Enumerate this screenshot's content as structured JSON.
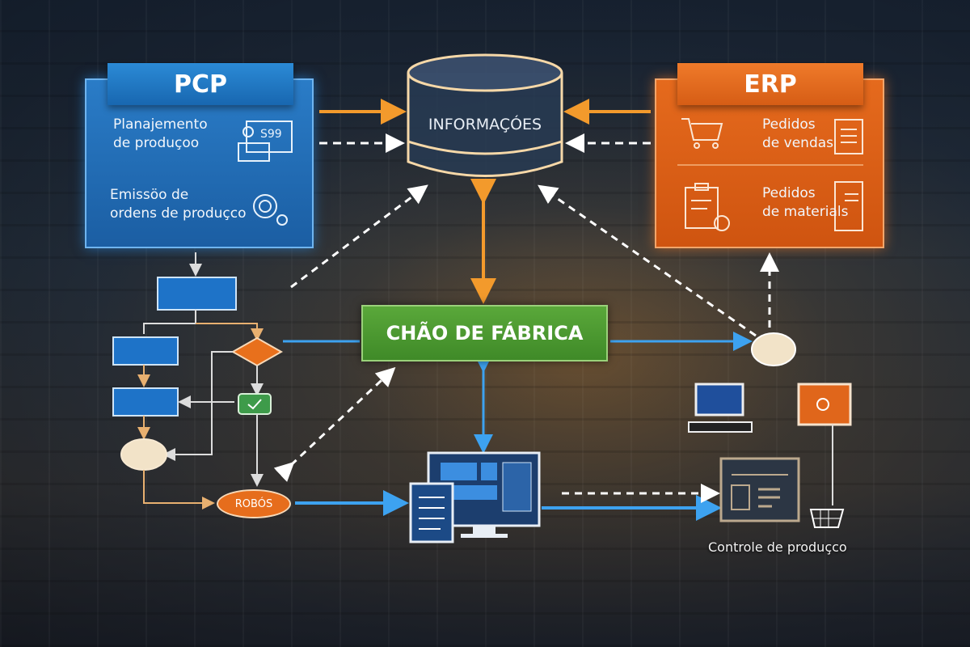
{
  "pcp": {
    "title": "PCP",
    "items": [
      {
        "label_line1": "Planajemento",
        "label_line2": "de produçoo",
        "icon": "computer-gears-icon",
        "icon_text": "S99"
      },
      {
        "label_line1": "Emissöo de",
        "label_line2": "ordens de produçco",
        "icon": "gears-icon"
      }
    ]
  },
  "erp": {
    "title": "ERP",
    "items": [
      {
        "label_line1": "Pedidos",
        "label_line2": "de vendas",
        "icon": "shopping-cart-icon"
      },
      {
        "label_line1": "Pedidos",
        "label_line2": "de materials",
        "icon": "clipboard-download-icon"
      }
    ]
  },
  "database": {
    "label": "INFORMAÇÓES"
  },
  "shop_floor": {
    "label": "CHÃO DE FÁBRICA"
  },
  "robots": {
    "label": "ROBÓS"
  },
  "production_control": {
    "label": "Controle de produçco"
  },
  "colors": {
    "pcp": "#1f6db5",
    "erp": "#dc5f17",
    "shop_floor": "#4a9a30",
    "arrow_orange": "#f39a2c",
    "arrow_blue": "#3da2f0",
    "dashed": "#ffffff"
  }
}
